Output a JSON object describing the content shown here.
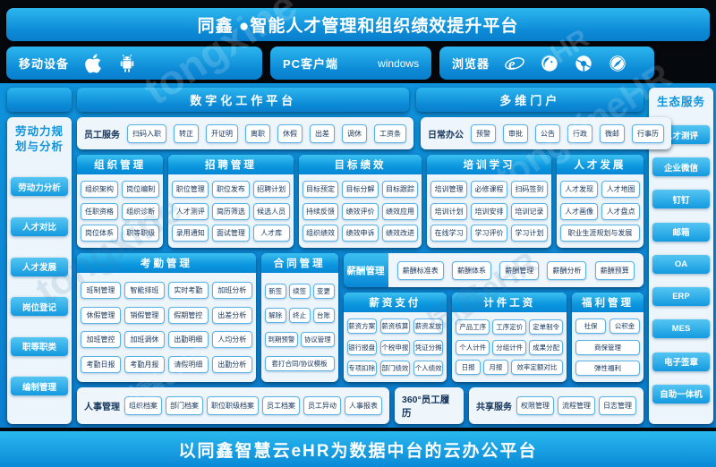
{
  "banner": {
    "title": "同鑫 ●智能人才管理和组织绩效提升平台"
  },
  "footer": {
    "title": "以同鑫智慧云eHR为数据中台的云办公平台"
  },
  "platforms": {
    "mobile": {
      "label": "移动设备"
    },
    "pc": {
      "label": "PC客户端",
      "windows_label": "windows"
    },
    "browser": {
      "label": "浏览器"
    }
  },
  "left_sidebar": {
    "title_line1": "劳动力规",
    "title_line2": "划与分析",
    "items": [
      "劳动力分析",
      "人才对比",
      "人才发展",
      "岗位登记",
      "职等职类",
      "编制管理"
    ]
  },
  "right_sidebar": {
    "title": "生态服务",
    "items": [
      "人才测评",
      "企业微信",
      "钉钉",
      "邮箱",
      "OA",
      "ERP",
      "MES",
      "电子签章",
      "自助一体机"
    ]
  },
  "section_headers": {
    "digital_work": "数字化工作平台",
    "portal": "多维门户"
  },
  "employee_service": {
    "label": "员工服务",
    "items": [
      "扫码入职",
      "转正",
      "开证明",
      "离职",
      "休假",
      "出差",
      "调休",
      "工资条"
    ]
  },
  "daily_office": {
    "label": "日常办公",
    "items": [
      "预警",
      "审批",
      "公告",
      "行政",
      "微邮",
      "行事历"
    ]
  },
  "modules_row1": [
    {
      "title": "组织管理",
      "items": [
        "组织架构",
        "岗位编制",
        "任职资格",
        "组织诊断",
        "岗位体系",
        "职等职级"
      ]
    },
    {
      "title": "招聘管理",
      "items": [
        "职位管理",
        "职位发布",
        "招聘计划",
        "人才测评",
        "简历筛选",
        "候选人员",
        "录用通知",
        "面试管理",
        "人才库"
      ]
    },
    {
      "title": "目标绩效",
      "items": [
        "目标预定",
        "目标分解",
        "目标跟踪",
        "持续反馈",
        "绩效评价",
        "绩效应用",
        "组织绩效",
        "绩效申诉",
        "绩效改进"
      ]
    },
    {
      "title": "培训学习",
      "items": [
        "培训管理",
        "必修课程",
        "扫码签到",
        "培训计划",
        "培训安排",
        "培训记录",
        "在线学习",
        "学习评价",
        "学习计划"
      ]
    },
    {
      "title": "人才发展",
      "items": [
        "人才发现",
        "人才地图",
        "人才画像",
        "人才盘点",
        {
          "label": "职业生涯规划与发展",
          "span": 2
        }
      ]
    }
  ],
  "attendance": {
    "title": "考勤管理",
    "items": [
      "班制管理",
      "智能排班",
      "实时考勤",
      "加班分析",
      "休假管理",
      "销假管理",
      "假期管控",
      "出差分析",
      "加班管控",
      "加班调休",
      "出勤明细",
      "人均分析",
      "考勤日报",
      "考勤月报",
      "请假明细",
      "出勤分析"
    ]
  },
  "contract": {
    "title": "合同管理",
    "items": [
      {
        "label": "新签",
        "span": 2
      },
      {
        "label": "续签",
        "span": 2
      },
      {
        "label": "变更",
        "span": 2
      },
      {
        "label": "解除",
        "span": 2
      },
      {
        "label": "终止",
        "span": 2
      },
      {
        "label": "台账",
        "span": 2
      },
      {
        "label": "到期预警",
        "span": 3
      },
      {
        "label": "协议管理",
        "span": 3
      },
      {
        "label": "套打合同/协议模板",
        "span": 6
      }
    ]
  },
  "salary_bar": {
    "label": "薪酬管理",
    "items": [
      "薪酬标准表",
      "薪酬体系",
      "薪酬管理",
      "薪酬分析",
      "薪酬预算"
    ]
  },
  "payroll": {
    "title": "薪资支付",
    "items": [
      "薪资方案",
      "薪资核算",
      "薪资发放",
      "银行报盘",
      "个税申报",
      "凭证分摊",
      "专项扣除",
      "部门绩效",
      "个人绩效"
    ]
  },
  "piecework": {
    "title": "计件工资",
    "items": [
      {
        "label": "产品工序",
        "span": 4
      },
      {
        "label": "工序定价",
        "span": 4
      },
      {
        "label": "定单制令",
        "span": 4
      },
      {
        "label": "个人计件",
        "span": 4
      },
      {
        "label": "分组计件",
        "span": 4
      },
      {
        "label": "成果分配",
        "span": 4
      },
      {
        "label": "日报",
        "span": 3
      },
      {
        "label": "月报",
        "span": 3
      },
      {
        "label": "效率定额对比",
        "span": 6
      }
    ]
  },
  "welfare": {
    "title": "福利管理",
    "items": [
      "社保",
      "公积金",
      {
        "label": "商保管理",
        "span": 2
      },
      {
        "label": "弹性福利",
        "span": 2
      }
    ]
  },
  "hr_files": {
    "label": "人事管理",
    "items": [
      "组织档案",
      "部门档案",
      "职位职级档案",
      "员工档案",
      "员工异动",
      "人事报表"
    ]
  },
  "employee_profile": {
    "label": "360°员工履历"
  },
  "shared_service": {
    "label": "共享服务",
    "items": [
      "权限管理",
      "流程管理",
      "日志管理"
    ]
  },
  "watermarks": {
    "w1": "tongxine",
    "w2": "tongxineHR",
    "w3": "tongxine",
    "w4": "同鑫eHR",
    "w5": "同鑫eHR",
    "w6": "eHR"
  },
  "colors": {
    "accent": "#0c8ad6",
    "panel": "#ecf5fb",
    "dark_bg": "#05080c",
    "button_border": "#5ab2e6"
  }
}
